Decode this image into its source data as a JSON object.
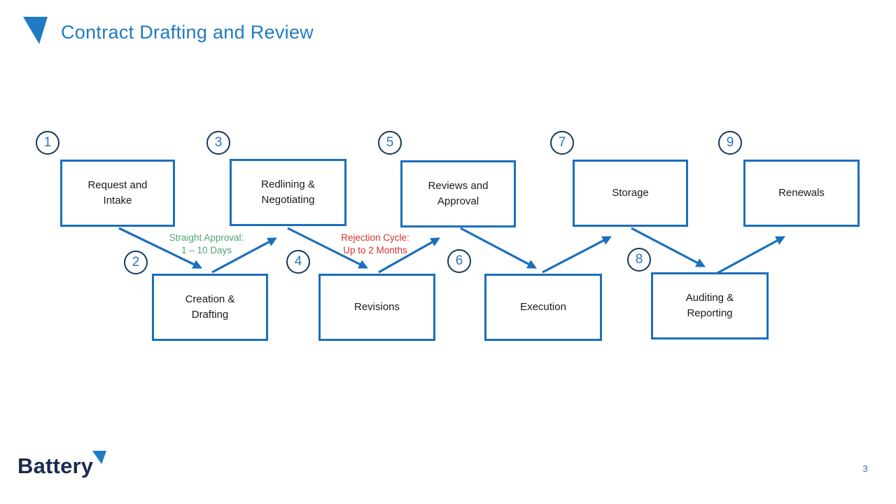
{
  "slide": {
    "title": "Contract Drafting and Review",
    "logo_text": "Battery",
    "page_number": "3"
  },
  "colors": {
    "title_blue": "#1f7bc4",
    "box_border_blue": "#1b6fbc",
    "arrow_blue": "#1b6fbc",
    "circle_ring_navy": "#17375e",
    "circle_digit_blue": "#2e75b6",
    "annotation_green": "#53a375",
    "annotation_red": "#d6312b",
    "logo_navy": "#1b2b4d",
    "box_text_black": "#1a1a1a"
  },
  "flow": {
    "steps": [
      {
        "number": "1",
        "label": "Request and\nIntake"
      },
      {
        "number": "2",
        "label": "Creation &\nDrafting"
      },
      {
        "number": "3",
        "label": "Redlining &\nNegotiating"
      },
      {
        "number": "4",
        "label": "Revisions"
      },
      {
        "number": "5",
        "label": "Reviews and\nApproval"
      },
      {
        "number": "6",
        "label": "Execution"
      },
      {
        "number": "7",
        "label": "Storage"
      },
      {
        "number": "8",
        "label": "Auditing &\nReporting"
      },
      {
        "number": "9",
        "label": "Renewals"
      }
    ],
    "annotations": [
      {
        "text": "Straight Approval:\n1 – 10 Days",
        "color": "green"
      },
      {
        "text": "Rejection Cycle:\nUp to 2 Months",
        "color": "red"
      }
    ]
  }
}
